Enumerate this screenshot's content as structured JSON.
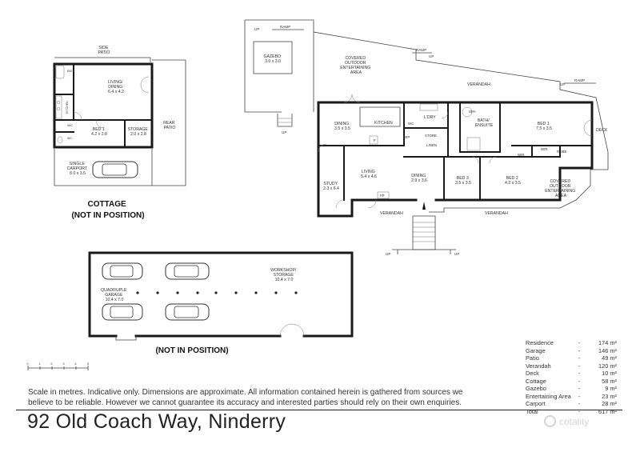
{
  "cottage": {
    "heading_line1": "COTTAGE",
    "heading_line2": "(NOT IN POSITION)",
    "rooms": {
      "side_patio": [
        "SIDE",
        "PATIO"
      ],
      "living_dining": [
        "LIVING/",
        "DINING",
        "6.4 x 4.2"
      ],
      "bed1": [
        "BED 1",
        "4.2 x 2.8"
      ],
      "storage": [
        "STORAGE",
        "2.0 x 2.8"
      ],
      "rear_patio": [
        "REAR",
        "PATIO"
      ],
      "carport": [
        "SINGLE",
        "CARPORT",
        "8.0 x 3.5"
      ],
      "bath": "BATH",
      "kitchen": "KITCHEN",
      "wc": "WC",
      "wic": "WIC"
    }
  },
  "garage": {
    "heading": "(NOT IN POSITION)",
    "rooms": {
      "quad": [
        "QUADRUPLE",
        "GARAGE",
        "10.4 x 7.0"
      ],
      "workshop": [
        "WORKSHOP/",
        "STORAGE",
        "10.4 x 7.0"
      ]
    }
  },
  "residence": {
    "rooms": {
      "gazebo": [
        "GAZEBO",
        "3.0 x 3.0"
      ],
      "covered_outdoor_top": [
        "COVERED",
        "OUTDOOR",
        "ENTERTAINING",
        "AREA"
      ],
      "verandah_top": "VERANDAH",
      "dining1": [
        "DINING",
        "3.5 x 3.5"
      ],
      "kitchen": "KITCHEN",
      "ldry": "L'DRY",
      "wc": "WC",
      "wip": "WIP",
      "store": "STORE",
      "linen": "LINEN",
      "spa": "SPA",
      "bath_ensuite": [
        "BATH/",
        "ENSUITE"
      ],
      "bed1": [
        "BED 1",
        "7.5 x 3.5"
      ],
      "deck": "DECK",
      "wir": "WIR",
      "wir2": "WIR",
      "robe": "ROBE",
      "study": [
        "STUDY",
        "2.3 x 6.4"
      ],
      "living": [
        "LIVING",
        "5.4 x 4.6"
      ],
      "dining2": [
        "DINING",
        "2.9 x 3.6"
      ],
      "bed3": [
        "BED 3",
        "3.5 x 3.5"
      ],
      "bed2": [
        "BED 2",
        "4.2 x 3.5"
      ],
      "covered_outdoor_right": [
        "COVERED",
        "OUTDOOR",
        "ENTERTAINING",
        "AREA"
      ],
      "verandah_left": "VERANDAH",
      "verandah_right": "VERANDAH",
      "fp": "FP",
      "f": "F"
    },
    "ramp_labels": [
      "RAMP",
      "RAMP",
      "RAMP"
    ],
    "up_labels": [
      "UP",
      "UP",
      "UP",
      "UP",
      "UP",
      "UP"
    ]
  },
  "scale": {
    "ticks": [
      "0",
      "1",
      "2",
      "3",
      "4",
      "5"
    ]
  },
  "disclaimer": {
    "line1": "Scale in metres. Indicative only. Dimensions are approximate.  All information contained herein is gathered from sources we",
    "line2": "believe to be reliable. However we cannot guarantee its accuracy and interested parties should rely on their own enquiries."
  },
  "address": "92 Old Coach Way, Ninderry",
  "areas": [
    {
      "name": "Residence",
      "value": "174 m²"
    },
    {
      "name": "Garage",
      "value": "146 m²"
    },
    {
      "name": "Patio",
      "value": "49 m²"
    },
    {
      "name": "Verandah",
      "value": "120 m²"
    },
    {
      "name": "Deck",
      "value": "10 m²"
    },
    {
      "name": "Cottage",
      "value": "58 m²"
    },
    {
      "name": "Gazebo",
      "value": "9 m²"
    },
    {
      "name": "Entertaining Area",
      "value": "23 m²"
    },
    {
      "name": "Carport",
      "value": "28 m²"
    },
    {
      "name": "Total",
      "value": "617 m²"
    }
  ],
  "area_dash": "-",
  "brand": "cotality"
}
